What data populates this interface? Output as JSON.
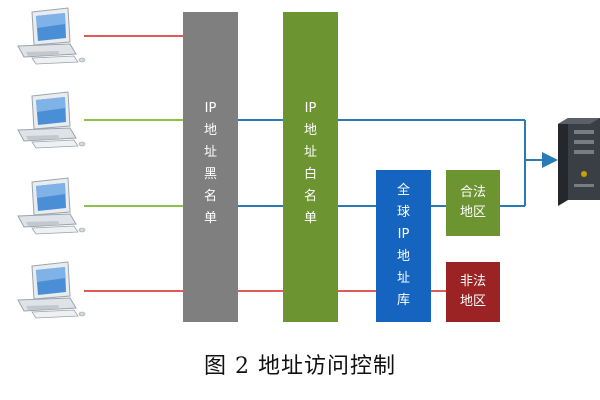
{
  "colors": {
    "blacklist": "#7f7f7f",
    "whitelist": "#6c9430",
    "ip_db": "#1565c0",
    "legal": "#6c9430",
    "illegal": "#9b2323",
    "red_line": "#e05a5a",
    "green_line": "#8bc34a",
    "blue_line": "#2a7ab8",
    "monitor": "#4a8fd6"
  },
  "blacklist": {
    "chars": [
      "IP",
      "地",
      "址",
      "黑",
      "名",
      "单"
    ]
  },
  "whitelist": {
    "chars": [
      "IP",
      "地",
      "址",
      "白",
      "名",
      "单"
    ]
  },
  "ip_database": {
    "chars": [
      "全",
      "球",
      "IP",
      "地",
      "址",
      "库"
    ]
  },
  "legal_region": {
    "line1": "合法",
    "line2": "地区"
  },
  "illegal_region": {
    "line1": "非法",
    "line2": "地区"
  },
  "icons": {
    "client": "desktop-computer-icon",
    "server": "server-icon"
  },
  "caption": "图 2 地址访问控制"
}
